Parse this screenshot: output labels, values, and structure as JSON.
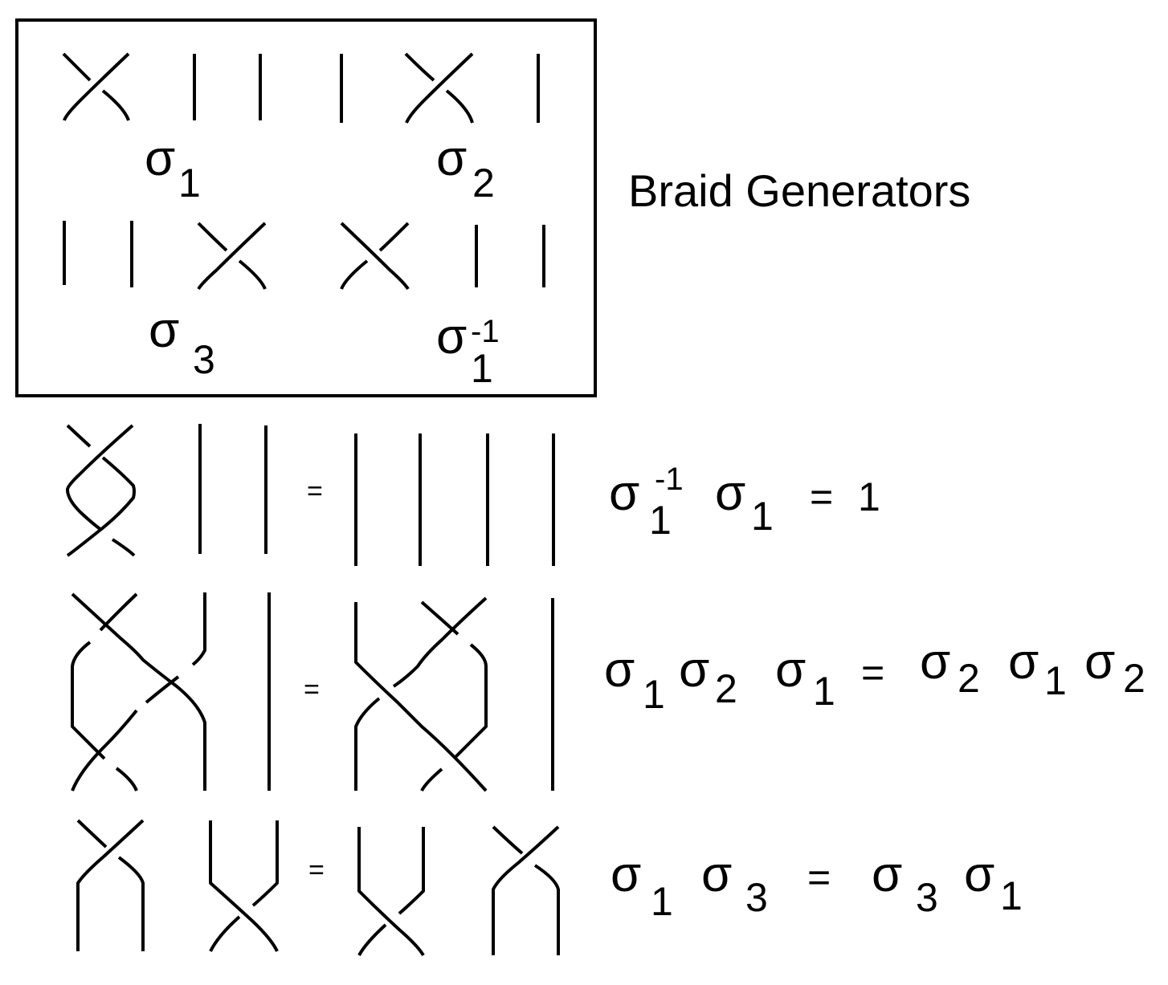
{
  "title": "Braid Generators",
  "sigma": "σ",
  "generators": [
    {
      "symbol": "σ",
      "sub": "1",
      "sup": ""
    },
    {
      "symbol": "σ",
      "sub": "2",
      "sup": ""
    },
    {
      "symbol": "σ",
      "sub": "3",
      "sup": ""
    },
    {
      "symbol": "σ",
      "sub": "1",
      "sup": "-1"
    }
  ],
  "relations": [
    {
      "pic_eq": "=",
      "terms": [
        {
          "symbol": "σ",
          "sub": "1",
          "sup": "-1"
        },
        {
          "symbol": "σ",
          "sub": "1",
          "sup": ""
        }
      ],
      "eq": "=",
      "rhs": "1"
    },
    {
      "pic_eq": "=",
      "lhs": [
        {
          "symbol": "σ",
          "sub": "1"
        },
        {
          "symbol": "σ",
          "sub": "2"
        },
        {
          "symbol": "σ",
          "sub": "1"
        }
      ],
      "eq": "=",
      "rhs": [
        {
          "symbol": "σ",
          "sub": "2"
        },
        {
          "symbol": "σ",
          "sub": "1"
        },
        {
          "symbol": "σ",
          "sub": "2"
        }
      ]
    },
    {
      "pic_eq": "=",
      "lhs": [
        {
          "symbol": "σ",
          "sub": "1"
        },
        {
          "symbol": "σ",
          "sub": "3"
        }
      ],
      "eq": "=",
      "rhs": [
        {
          "symbol": "σ",
          "sub": "3"
        },
        {
          "symbol": "σ",
          "sub": "1"
        }
      ]
    }
  ]
}
